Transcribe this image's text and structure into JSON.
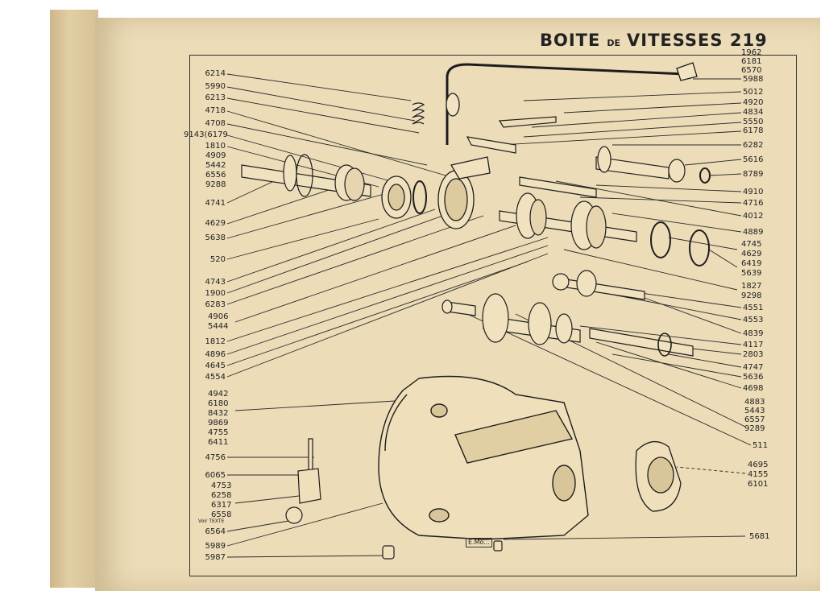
{
  "header": {
    "title": "BOITE",
    "de": "DE",
    "title2": "VITESSES",
    "page_number": "219"
  },
  "left_labels": [
    "6214",
    "5990",
    "6213",
    "4718",
    "4708",
    "1810",
    "4741",
    "4629",
    "5638",
    "520",
    "4743",
    "1900",
    "6283",
    "1812",
    "4896",
    "4645",
    "4554",
    "4756",
    "6065",
    "6564",
    "5989",
    "5987"
  ],
  "left_group_a": {
    "prefix": "9143",
    "items": [
      "6179"
    ]
  },
  "left_group_b": [
    "4909",
    "5442",
    "6556",
    "9288"
  ],
  "left_group_c": [
    "4906",
    "5444"
  ],
  "left_group_d": [
    "4942",
    "6180",
    "8432",
    "9869",
    "4755",
    "6411"
  ],
  "left_group_e": [
    "4753",
    "6258",
    "6317",
    "6558"
  ],
  "voir_texte": "Voir TEXTE",
  "right_top_group": [
    "1962",
    "6181",
    "6570"
  ],
  "right_labels": [
    "5988",
    "5012",
    "4920",
    "4834",
    "5550",
    "6178",
    "6282",
    "5616",
    "8789",
    "4910",
    "4716",
    "4012",
    "4889",
    "4551",
    "4553",
    "4839",
    "4117",
    "2803",
    "4747",
    "5636",
    "4698",
    "511",
    "5681"
  ],
  "right_group_a": [
    "4745",
    "4629"
  ],
  "right_group_b": [
    "6419",
    "5639"
  ],
  "right_group_c": [
    "1827",
    "9298"
  ],
  "right_group_d": [
    "4883",
    "5443",
    "6557",
    "9289"
  ],
  "right_group_e": [
    "4695",
    "4155",
    "6101"
  ],
  "signature": "E.Mo..."
}
